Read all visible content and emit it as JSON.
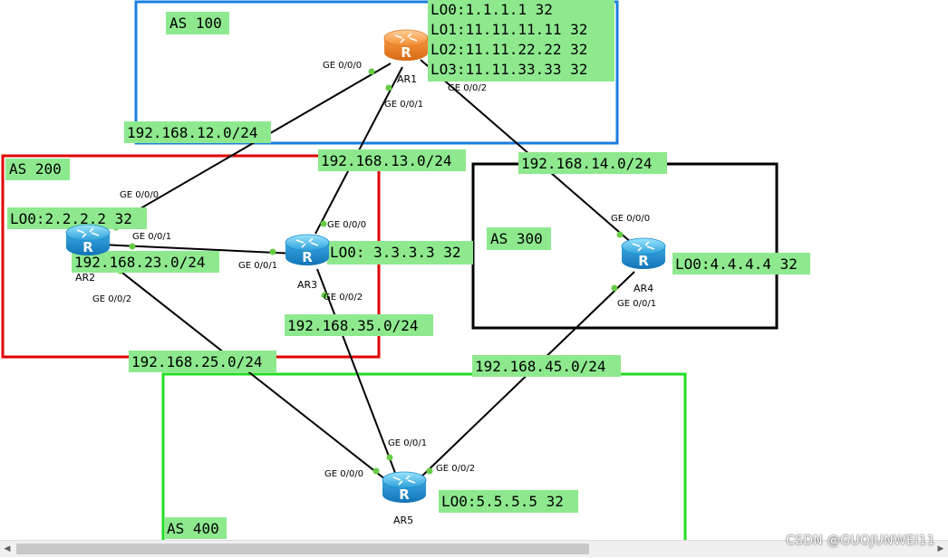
{
  "as_areas": [
    {
      "id": "as100",
      "label": "AS 100",
      "color": "#1a7fe0"
    },
    {
      "id": "as200",
      "label": "AS 200",
      "color": "#e00000"
    },
    {
      "id": "as300",
      "label": "AS 300",
      "color": "#000000"
    },
    {
      "id": "as400",
      "label": "AS 400",
      "color": "#22dd22"
    }
  ],
  "routers": [
    {
      "id": "AR1",
      "name": "AR1",
      "color": "orange"
    },
    {
      "id": "AR2",
      "name": "AR2",
      "color": "blue"
    },
    {
      "id": "AR3",
      "name": "AR3",
      "color": "blue"
    },
    {
      "id": "AR4",
      "name": "AR4",
      "color": "blue"
    },
    {
      "id": "AR5",
      "name": "AR5",
      "color": "blue"
    }
  ],
  "loopbacks": [
    {
      "router": "AR1",
      "lines": [
        "LO0:1.1.1.1 32",
        "LO1:11.11.11.11 32",
        "LO2:11.11.22.22 32",
        "LO3:11.11.33.33 32"
      ]
    },
    {
      "router": "AR2",
      "lines": [
        "LO0:2.2.2.2 32"
      ]
    },
    {
      "router": "AR3",
      "lines": [
        "LO0: 3.3.3.3 32"
      ]
    },
    {
      "router": "AR4",
      "lines": [
        "LO0:4.4.4.4 32"
      ]
    },
    {
      "router": "AR5",
      "lines": [
        "LO0:5.5.5.5 32"
      ]
    }
  ],
  "links": [
    {
      "id": "ar1-ar2",
      "from": "AR1",
      "to": "AR2",
      "from_port": "GE 0/0/0",
      "to_port": "GE 0/0/0",
      "subnet": "192.168.12.0/24"
    },
    {
      "id": "ar1-ar3",
      "from": "AR1",
      "to": "AR3",
      "from_port": "GE 0/0/1",
      "to_port": "GE 0/0/0",
      "subnet": "192.168.13.0/24"
    },
    {
      "id": "ar1-ar4",
      "from": "AR1",
      "to": "AR4",
      "from_port": "GE 0/0/2",
      "to_port": "GE 0/0/0",
      "subnet": "192.168.14.0/24"
    },
    {
      "id": "ar2-ar3",
      "from": "AR2",
      "to": "AR3",
      "from_port": "GE 0/0/1",
      "to_port": "GE 0/0/1",
      "subnet": "192.168.23.0/24"
    },
    {
      "id": "ar2-ar5",
      "from": "AR2",
      "to": "AR5",
      "from_port": "GE 0/0/2",
      "to_port": "GE 0/0/0",
      "subnet": "192.168.25.0/24"
    },
    {
      "id": "ar3-ar5",
      "from": "AR3",
      "to": "AR5",
      "from_port": "GE 0/0/2",
      "to_port": "GE 0/0/1",
      "subnet": "192.168.35.0/24"
    },
    {
      "id": "ar4-ar5",
      "from": "AR4",
      "to": "AR5",
      "from_port": "GE 0/0/1",
      "to_port": "GE 0/0/2",
      "subnet": "192.168.45.0/24"
    }
  ],
  "colors": {
    "label_bg": "#8ee98e",
    "port_dot": "#66cc44",
    "link": "#000000"
  },
  "watermark": "CSDN @GUOJUNWEI11"
}
